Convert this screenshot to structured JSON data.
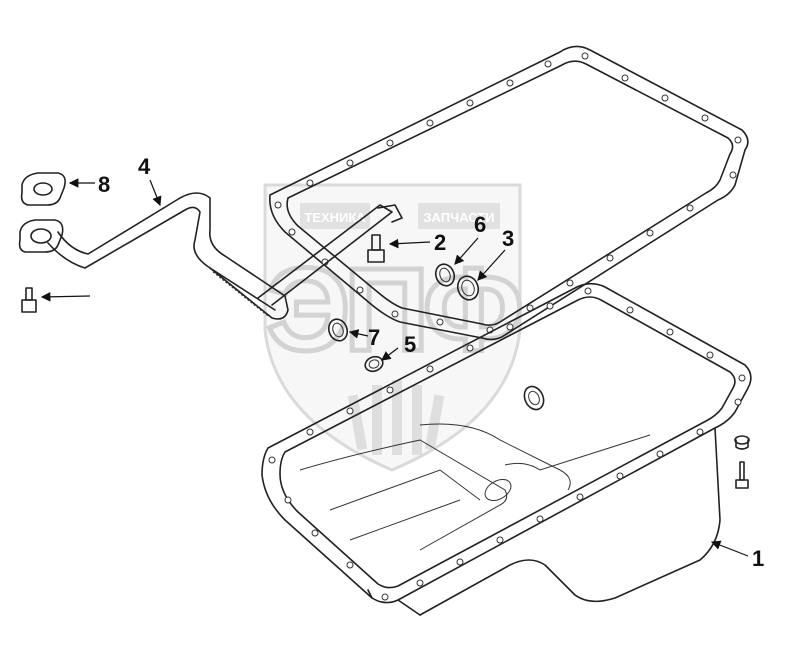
{
  "watermark": {
    "line1_left": "ТЕХНИКА",
    "line1_right": "ЗАПЧАСТИ",
    "letters": "ЭПФ"
  },
  "callouts": [
    {
      "id": "1",
      "label": "1"
    },
    {
      "id": "2",
      "label": "2"
    },
    {
      "id": "3",
      "label": "3"
    },
    {
      "id": "4",
      "label": "4"
    },
    {
      "id": "5",
      "label": "5"
    },
    {
      "id": "6",
      "label": "6"
    },
    {
      "id": "7",
      "label": "7"
    },
    {
      "id": "8",
      "label": "8"
    }
  ],
  "colors": {
    "line": "#222222",
    "watermark": "#b8b8b8",
    "background": "#ffffff"
  }
}
